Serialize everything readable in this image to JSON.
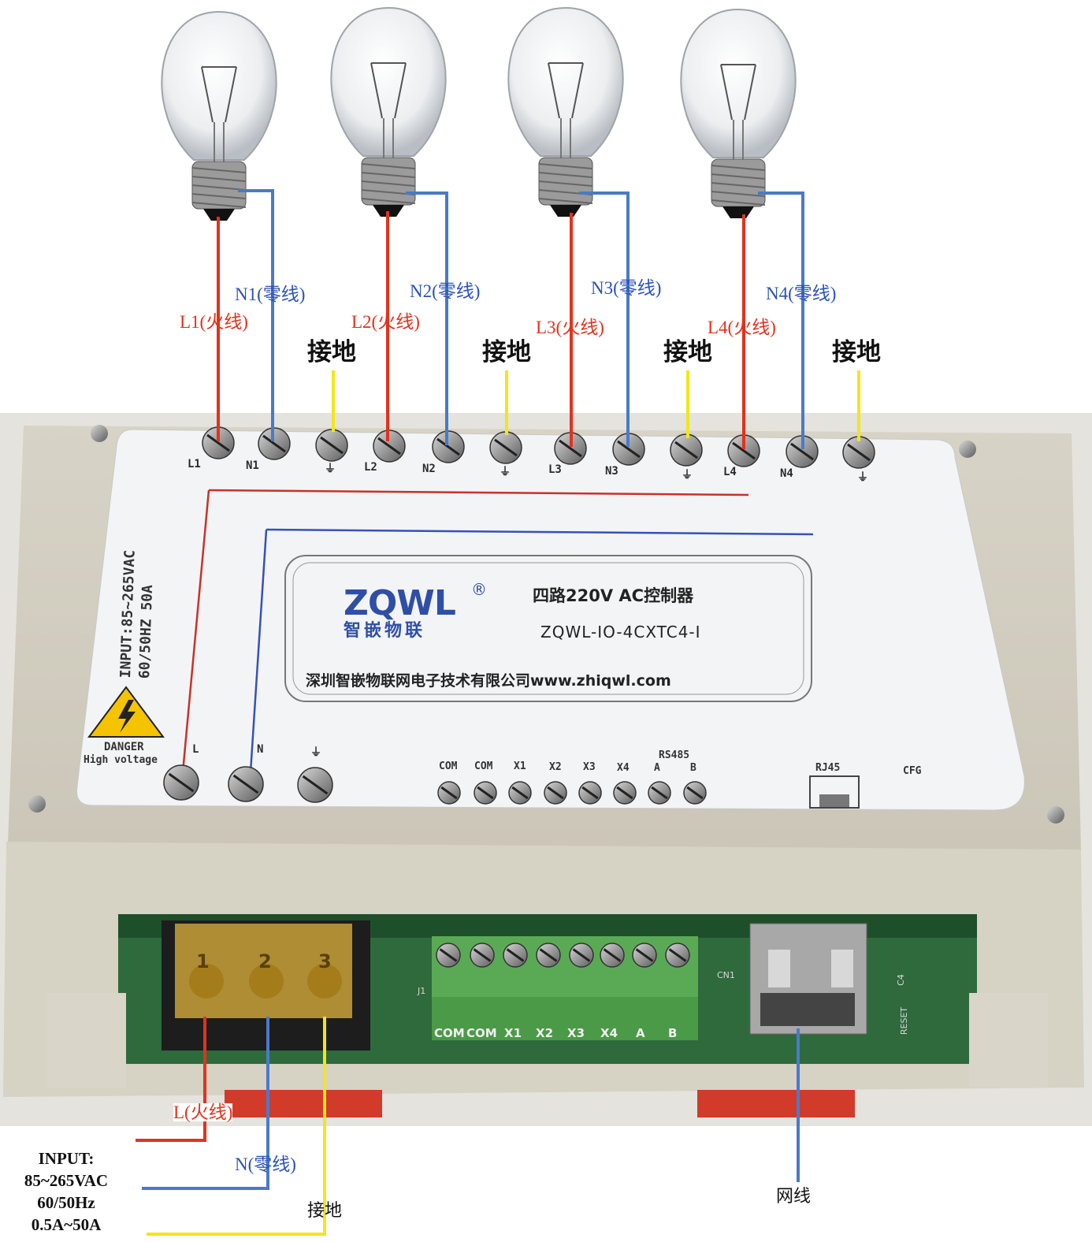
{
  "lamp_wiring": [
    {
      "live": "L1(火线)",
      "neutral": "N1(零线)",
      "earth": "接地"
    },
    {
      "live": "L2(火线)",
      "neutral": "N2(零线)",
      "earth": "接地"
    },
    {
      "live": "L3(火线)",
      "neutral": "N3(零线)",
      "earth": "接地"
    },
    {
      "live": "L4(火线)",
      "neutral": "N4(零线)",
      "earth": "接地"
    }
  ],
  "top_terminals": [
    "L1",
    "N1",
    "L2",
    "N2",
    "L3",
    "N3",
    "L4",
    "N4"
  ],
  "ground_symbol": "⏚",
  "panel": {
    "input_rating_line1": "INPUT:85~265VAC",
    "input_rating_line2": "60/50HZ 50A",
    "danger": "DANGER",
    "high_voltage": "High voltage",
    "power_terminals": [
      "L",
      "N"
    ],
    "brand_logo": "ZQWL",
    "brand_registered": "®",
    "brand_chinese": "智嵌物联",
    "product_name": "四路220V AC控制器",
    "model": "ZQWL-IO-4CXTC4-I",
    "company": "深圳智嵌物联网电子技术有限公司www.zhiqwl.com",
    "signal_terminals": [
      "COM",
      "COM",
      "X1",
      "X2",
      "X3",
      "X4",
      "A",
      "B"
    ],
    "rs485": "RS485",
    "rj45": "RJ45",
    "cfg": "CFG"
  },
  "pcb": {
    "terminal_numbers": [
      "1",
      "2",
      "3"
    ],
    "connector_labels": [
      "COM",
      "COM",
      "X1",
      "X2",
      "X3",
      "X4",
      "A",
      "B"
    ],
    "j1": "J1",
    "cn1": "CN1",
    "reset": "RESET",
    "c4": "C4"
  },
  "bottom_wiring": {
    "live": "L(火线)",
    "neutral": "N(零线)",
    "earth": "接地",
    "network": "网线",
    "input_lines": [
      "INPUT:",
      "85~265VAC",
      "60/50Hz",
      "0.5A~50A"
    ]
  },
  "colors": {
    "live": "#e2321c",
    "neutral": "#2c52b8",
    "earth": "#f2e61a",
    "network": "#3a6ec0"
  }
}
